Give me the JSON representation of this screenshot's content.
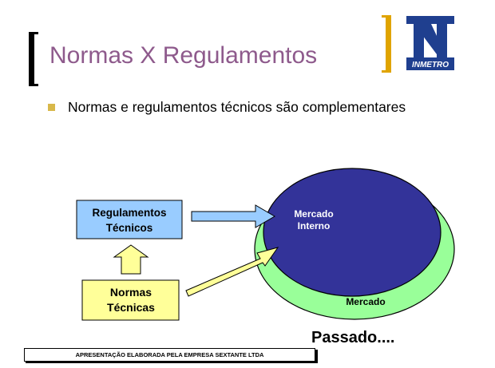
{
  "slide": {
    "title": "Normas X Regulamentos",
    "bullet": "Normas e regulamentos técnicos são complementares",
    "logo_text": "INMETRO",
    "regulamentos_box": {
      "line1": "Regulamentos",
      "line2": "Técnicos"
    },
    "normas_box": {
      "line1": "Normas",
      "line2": "Técnicas"
    },
    "inner_market": {
      "line1": "Mercado",
      "line2": "Interno"
    },
    "outer_market": "Mercado",
    "caption": "Passado....",
    "footer": "APRESENTAÇÃO ELABORADA PELA EMPRESA SEXTANTE LTDA"
  },
  "colors": {
    "title": "#8e5a8c",
    "bracket_left": "#000000",
    "bracket_right": "#e0a400",
    "bullet": "#d8b84a",
    "regulamentos_fill": "#99ccff",
    "normas_fill": "#ffff99",
    "inner_market_fill": "#333399",
    "outer_market_fill": "#99ff99",
    "logo_blue": "#1f3f8f"
  },
  "icons": {
    "logo": "inmetro-logo-icon",
    "arrow_right": "right-arrow-icon",
    "arrow_up": "up-arrow-icon",
    "arrow_diagonal": "diagonal-arrow-icon"
  }
}
